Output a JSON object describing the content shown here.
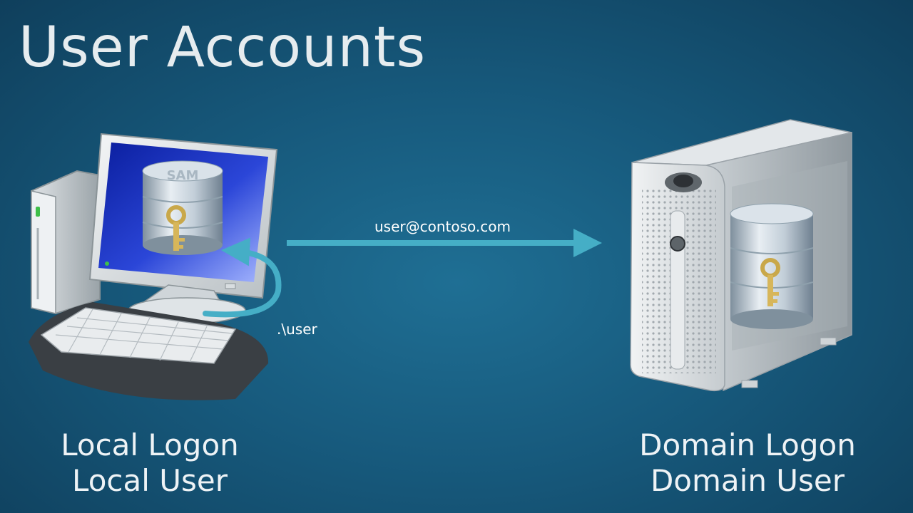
{
  "title": "User Accounts",
  "computer": {
    "monitor_label": "SAM",
    "caption_line1": "Local Logon",
    "caption_line2": "Local User",
    "local_arrow_label": ".\\user"
  },
  "server": {
    "caption_line1": "Domain Logon",
    "caption_line2": "Domain User"
  },
  "connection": {
    "label": "user@contoso.com"
  },
  "colors": {
    "arrow": "#45aec6",
    "background": "#175a7d"
  }
}
